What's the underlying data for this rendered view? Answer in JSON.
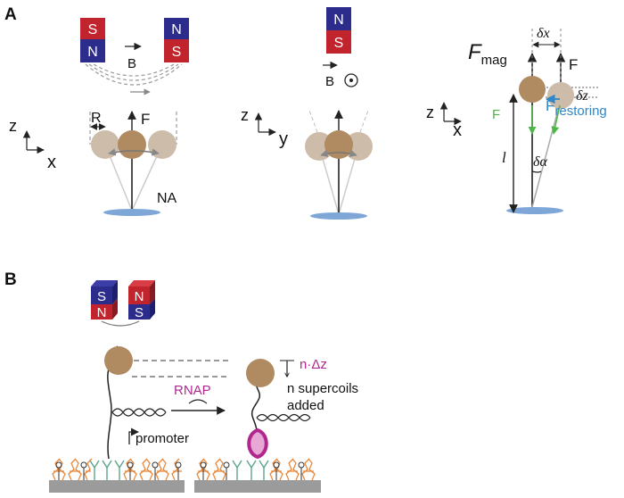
{
  "panel_a": {
    "label": "A",
    "magnet_letter_s": "S",
    "magnet_letter_n": "N",
    "field_symbol": "B",
    "left": {
      "z_axis": "z",
      "x_axis": "x",
      "radius_label": "R",
      "force_label": "F",
      "anchor_label": "NA"
    },
    "middle": {
      "z_axis": "z",
      "y_axis": "y"
    },
    "right": {
      "fmag_main": "F",
      "fmag_sub": "mag",
      "dx_label": "δx",
      "dz_label": "δz",
      "f_label": "F",
      "f_green_label": "F",
      "f_restoring_main": "F",
      "f_restoring_sub": "restoring",
      "length_label": "l",
      "angle_label": "δα",
      "z_axis": "z",
      "x_axis": "x"
    }
  },
  "panel_b": {
    "label": "B",
    "magnet_letter_s": "S",
    "magnet_letter_n": "N",
    "enzyme_label": "RNAP",
    "promoter_label": "promoter",
    "step_label": "n·Δz",
    "supercoil_line1": "n supercoils",
    "supercoil_line2": "added"
  },
  "colors": {
    "magnet_blue": "#2b2c8c",
    "magnet_red": "#c2242d",
    "bead": "#b08a61",
    "bead_faded": "#cdbcaa",
    "surface": "#7ea7d8",
    "green": "#4fb548",
    "restoring_blue": "#2f86c8",
    "magenta": "#b0288e",
    "orange": "#e9883a",
    "teal": "#5fa58d",
    "gray_surface": "#9b9b9b"
  }
}
